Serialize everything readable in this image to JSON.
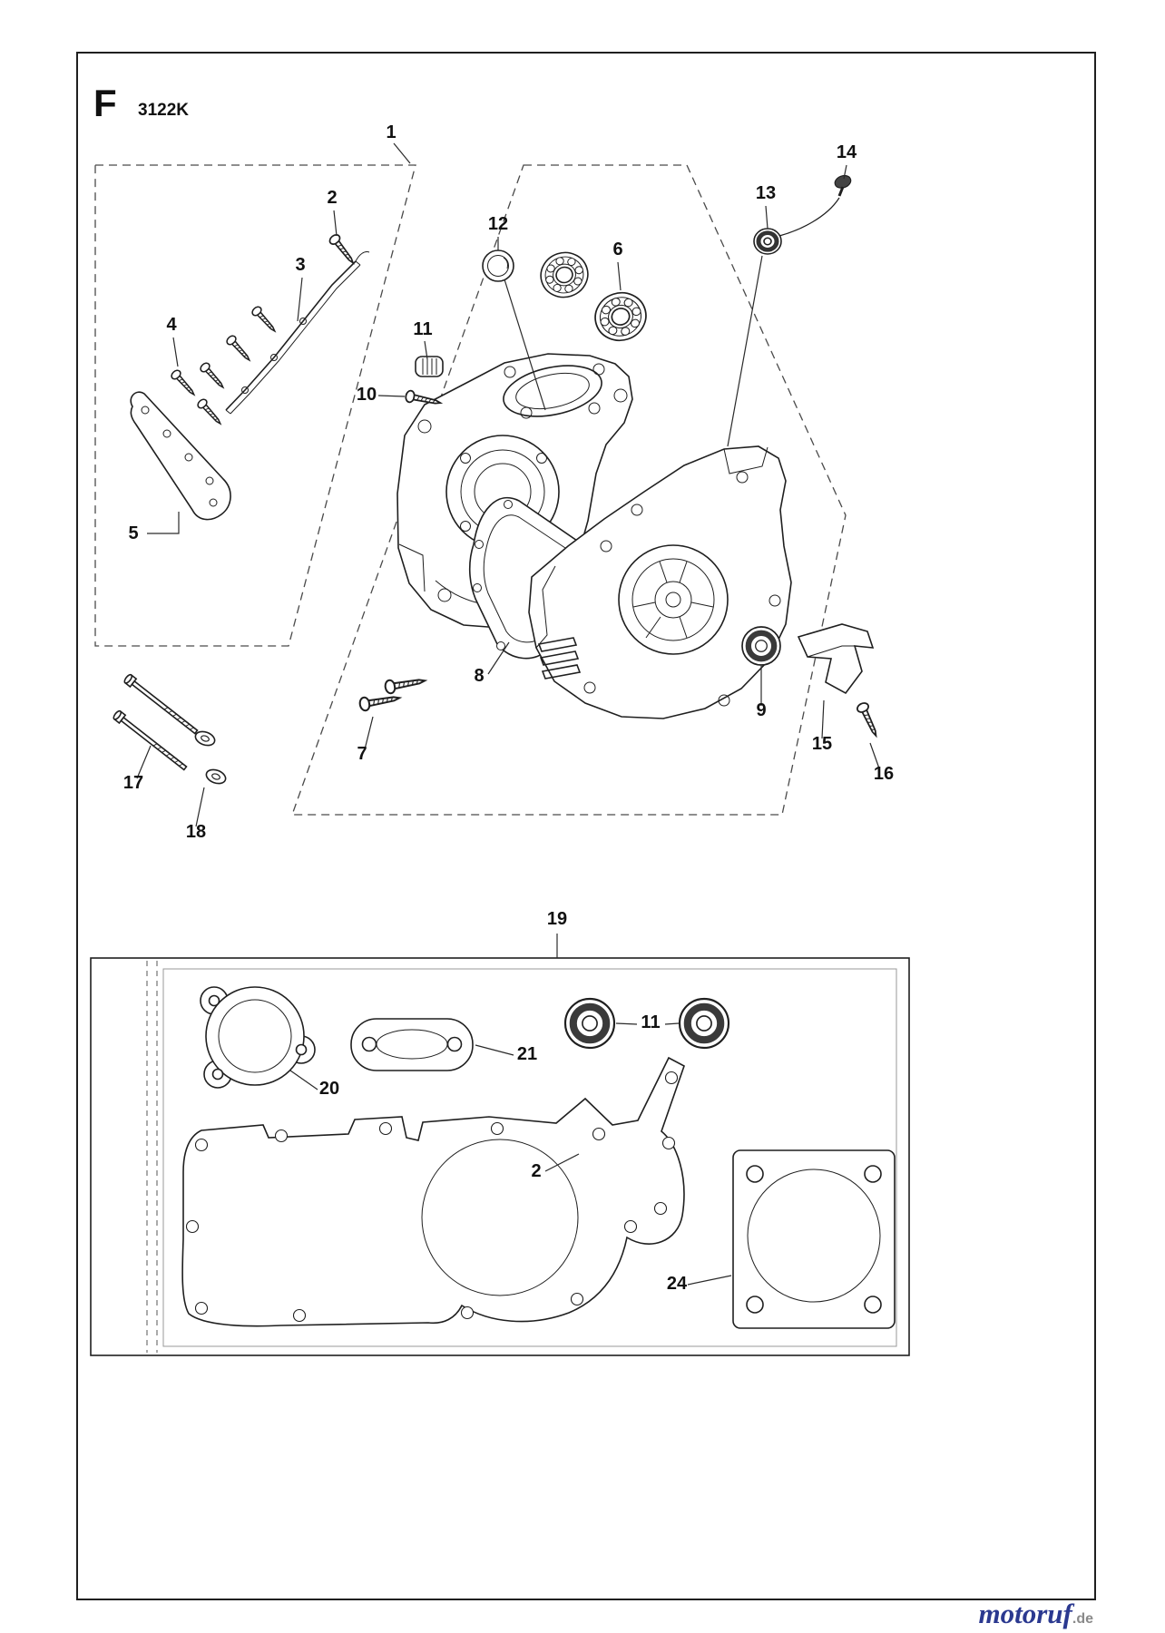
{
  "header": {
    "figure_letter": "F",
    "model_code": "3122K"
  },
  "colors": {
    "line": "#1f1f1f",
    "dashed_region": "#4a4a4a",
    "background": "#ffffff",
    "watermark_blue": "#2b3990",
    "watermark_gray": "#8a8a8a"
  },
  "watermark": {
    "brand": "motoruf",
    "suffix": ".de"
  },
  "callouts": [
    {
      "text": "1"
    },
    {
      "text": "2"
    },
    {
      "text": "3"
    },
    {
      "text": "4"
    },
    {
      "text": "5"
    },
    {
      "text": "6"
    },
    {
      "text": "7"
    },
    {
      "text": "8"
    },
    {
      "text": "9"
    },
    {
      "text": "10"
    },
    {
      "text": "11"
    },
    {
      "text": "12"
    },
    {
      "text": "13"
    },
    {
      "text": "14"
    },
    {
      "text": "15"
    },
    {
      "text": "16"
    },
    {
      "text": "17"
    },
    {
      "text": "18"
    },
    {
      "text": "19"
    },
    {
      "text": "20"
    },
    {
      "text": "21"
    },
    {
      "text": "11"
    },
    {
      "text": "2"
    },
    {
      "text": "24"
    }
  ]
}
